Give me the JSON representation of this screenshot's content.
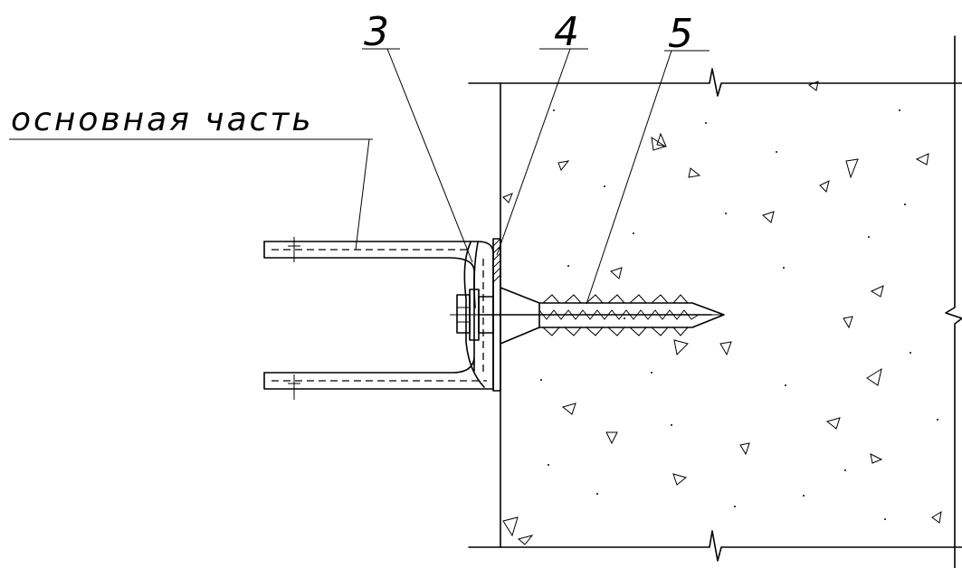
{
  "callouts": [
    {
      "id": "part-3",
      "number": "3"
    },
    {
      "id": "part-4",
      "number": "4"
    },
    {
      "id": "part-5",
      "number": "5"
    }
  ],
  "main_label": "основная часть"
}
